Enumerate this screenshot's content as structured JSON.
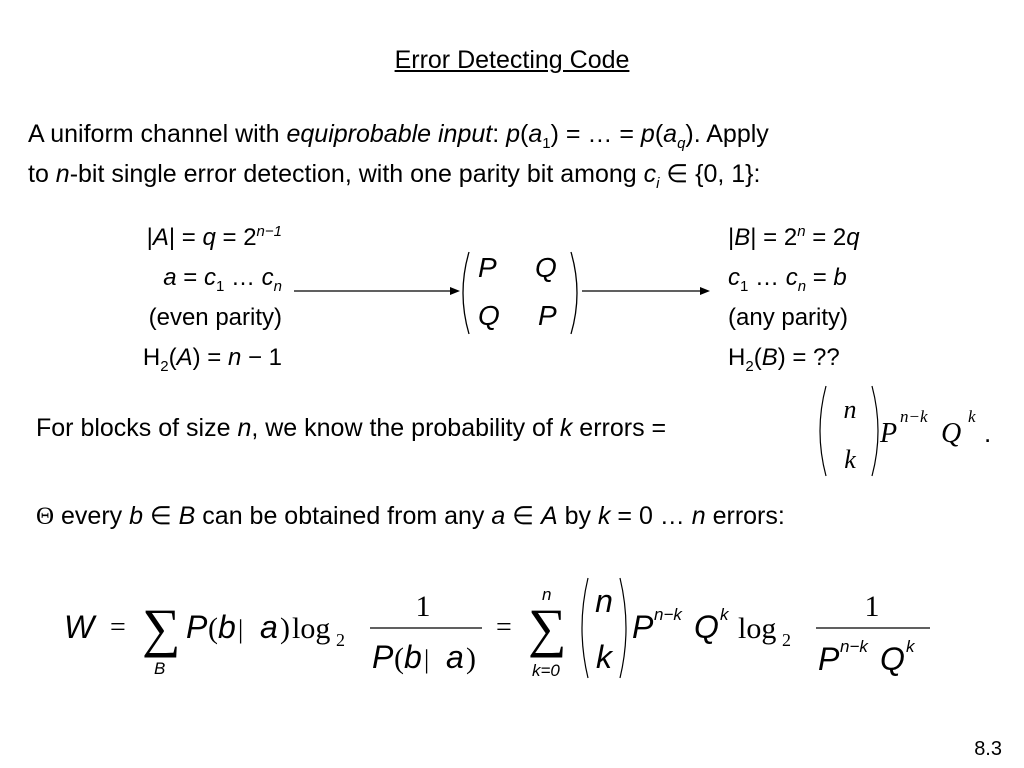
{
  "title": "Error Detecting Code",
  "intro": {
    "l1a": "A uniform channel with ",
    "l1b": "equiprobable input",
    "l1c": ": ",
    "l1d": "p",
    "l1e": "(",
    "l1f": "a",
    "l1g": "1",
    "l1h": ") = … = ",
    "l1i": "p",
    "l1j": "(",
    "l1k": "a",
    "l1l": "q",
    "l1m": ").  Apply",
    "l2a": "to ",
    "l2b": "n",
    "l2c": "-bit single error detection, with one parity bit among ",
    "l2d": "c",
    "l2e": "i",
    "l2f": " ∈ {0, 1}:"
  },
  "left": {
    "r1a": "|",
    "r1b": "A",
    "r1c": "| = ",
    "r1d": "q",
    "r1e": " = 2",
    "r1f": "n−1",
    "r2a": "a",
    "r2b": " = ",
    "r2c": "c",
    "r2d": "1",
    "r2e": " … ",
    "r2f": "c",
    "r2g": "n",
    "r3": "(even parity)",
    "r4a": "H",
    "r4b": "2",
    "r4c": "(",
    "r4d": "A",
    "r4e": ") = ",
    "r4f": "n",
    "r4g": " − 1"
  },
  "matrix": {
    "p1": "P",
    "q1": "Q",
    "q2": "Q",
    "p2": "P"
  },
  "right": {
    "r1a": "|",
    "r1b": "B",
    "r1c": "| = 2",
    "r1d": "n",
    "r1e": " = 2",
    "r1f": "q",
    "r2a": "c",
    "r2b": "1",
    "r2c": " … ",
    "r2d": "c",
    "r2e": "n",
    "r2f": " = ",
    "r2g": "b",
    "r3": "(any parity)",
    "r4a": "H",
    "r4b": "2",
    "r4c": "(",
    "r4d": "B",
    "r4e": ") = ??"
  },
  "line3": {
    "a": "For blocks of size ",
    "b": "n",
    "c": ", we know the probability of ",
    "d": "k",
    "e": " errors =",
    "f": "."
  },
  "binom1": {
    "top": "n",
    "bot": "k",
    "P": "P",
    "Q": "Q",
    "supP": "n−k",
    "supQ": "k"
  },
  "line4": {
    "a": "Θ",
    "b": " every ",
    "c": "b",
    "d": " ∈ ",
    "e": "B",
    "f": " can be obtained from any ",
    "g": "a",
    "h": " ∈ ",
    "i": "A",
    "j": " by ",
    "k": "k",
    "l": " = 0 … ",
    "m": "n",
    "n": " errors:"
  },
  "formula": {
    "W": "W",
    "eq1": "=",
    "sigma": "∑",
    "subB": "B",
    "P1": "P",
    "lp1": "(",
    "b1": "b",
    "bar1": " | ",
    "a1": "a",
    "rp1": ")",
    "log1": "log",
    "two1": "2",
    "one1": "1",
    "P2": "P",
    "lp2": "(",
    "b2": "b",
    "bar2": " | ",
    "a2": "a",
    "rp2": ")",
    "eq2": "=",
    "sigma2": "∑",
    "sumTop": "n",
    "sumBot": "k=0",
    "bn": "n",
    "bk": "k",
    "P3": "P",
    "sup3": "n−k",
    "Q3": "Q",
    "sup4": "k",
    "log2": "log",
    "two2": "2",
    "one2": "1",
    "P4": "P",
    "sup5": "n−k",
    "Q4": "Q",
    "sup6": "k"
  },
  "slide_number": "8.3"
}
